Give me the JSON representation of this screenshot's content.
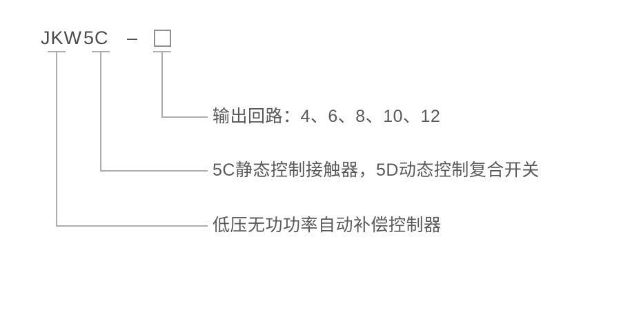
{
  "model_code": {
    "series": "JKW",
    "variant": "5C",
    "separator": "–",
    "placeholder": "square-outline-box"
  },
  "annotations": [
    {
      "connected_to": "placeholder-box",
      "label": "输出回路：4、6、8、10、12"
    },
    {
      "connected_to": "variant-5c",
      "label": "5C静态控制接触器，5D动态控制复合开关"
    },
    {
      "connected_to": "series-jkw",
      "label": "低压无功功率自动补偿控制器"
    }
  ],
  "colors": {
    "header_text": "#4a4a4a",
    "annotation_text": "#595959",
    "connector_line": "#adadad",
    "placeholder_border": "#8f8f8f",
    "background": "#ffffff"
  }
}
